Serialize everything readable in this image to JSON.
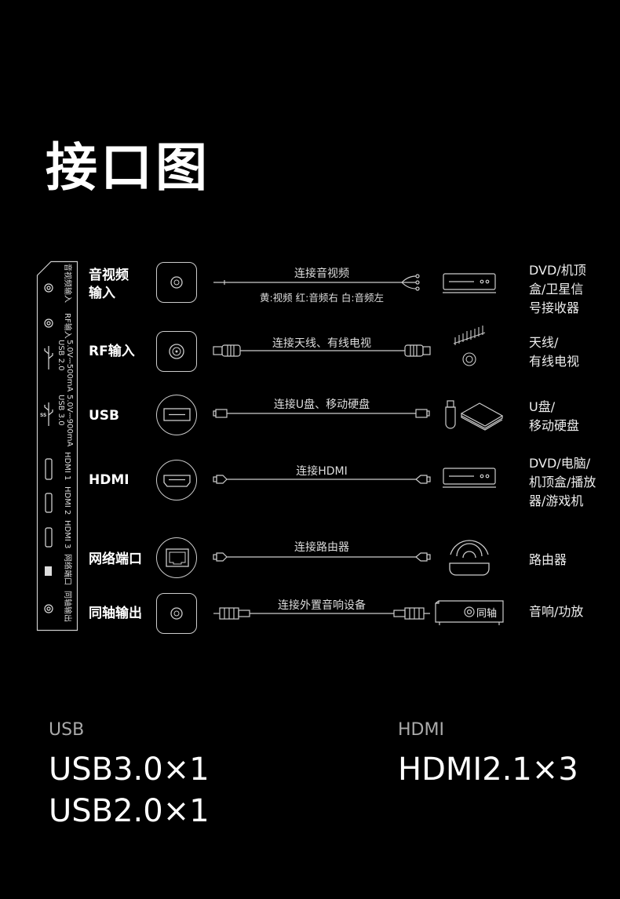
{
  "title": "接口图",
  "panel": {
    "labels": [
      "音视频输入",
      "RF输入",
      "USB 2.0",
      "5.0V⎓500mA",
      "USB 3.0",
      "5.0V⎓900mA",
      "HDMI 1",
      "HDMI 2",
      "HDMI 3",
      "网络端口",
      "同轴输出"
    ]
  },
  "rows": [
    {
      "label": "音视频\n输入",
      "cable": "连接音视频",
      "sub": "黄:视频  红:音频右  白:音频左",
      "device": "DVD/机顶\n盒/卫星信\n号接收器"
    },
    {
      "label": "RF输入",
      "cable": "连接天线、有线电视",
      "device": "天线/\n有线电视"
    },
    {
      "label": "USB",
      "cable": "连接U盘、移动硬盘",
      "device": "U盘/\n移动硬盘"
    },
    {
      "label": "HDMI",
      "cable": "连接HDMI",
      "device": "DVD/电脑/\n机顶盒/播放\n器/游戏机"
    },
    {
      "label": "网络端口",
      "cable": "连接路由器",
      "device": "路由器"
    },
    {
      "label": "同轴输出",
      "cable": "连接外置音响设备",
      "device": "音响/功放",
      "device_badge": "同轴"
    }
  ],
  "specs": [
    {
      "category": "USB",
      "values": [
        "USB3.0×1",
        "USB2.0×1"
      ]
    },
    {
      "category": "HDMI",
      "values": [
        "HDMI2.1×3"
      ]
    }
  ]
}
